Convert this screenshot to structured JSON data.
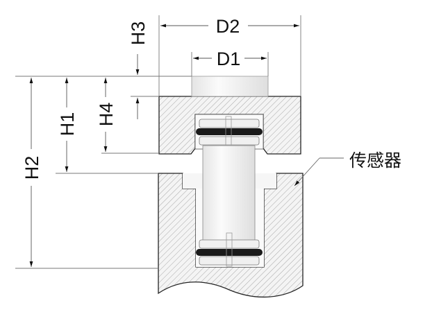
{
  "labels": {
    "d1": "D1",
    "d2": "D2",
    "h1": "H1",
    "h2": "H2",
    "h3": "H3",
    "h4": "H4",
    "sensor": "传感器"
  },
  "colors": {
    "line": "#222222",
    "hatch": "#9a9a9a",
    "body": "#f7f7f7",
    "oring": "#1a1a1a"
  }
}
